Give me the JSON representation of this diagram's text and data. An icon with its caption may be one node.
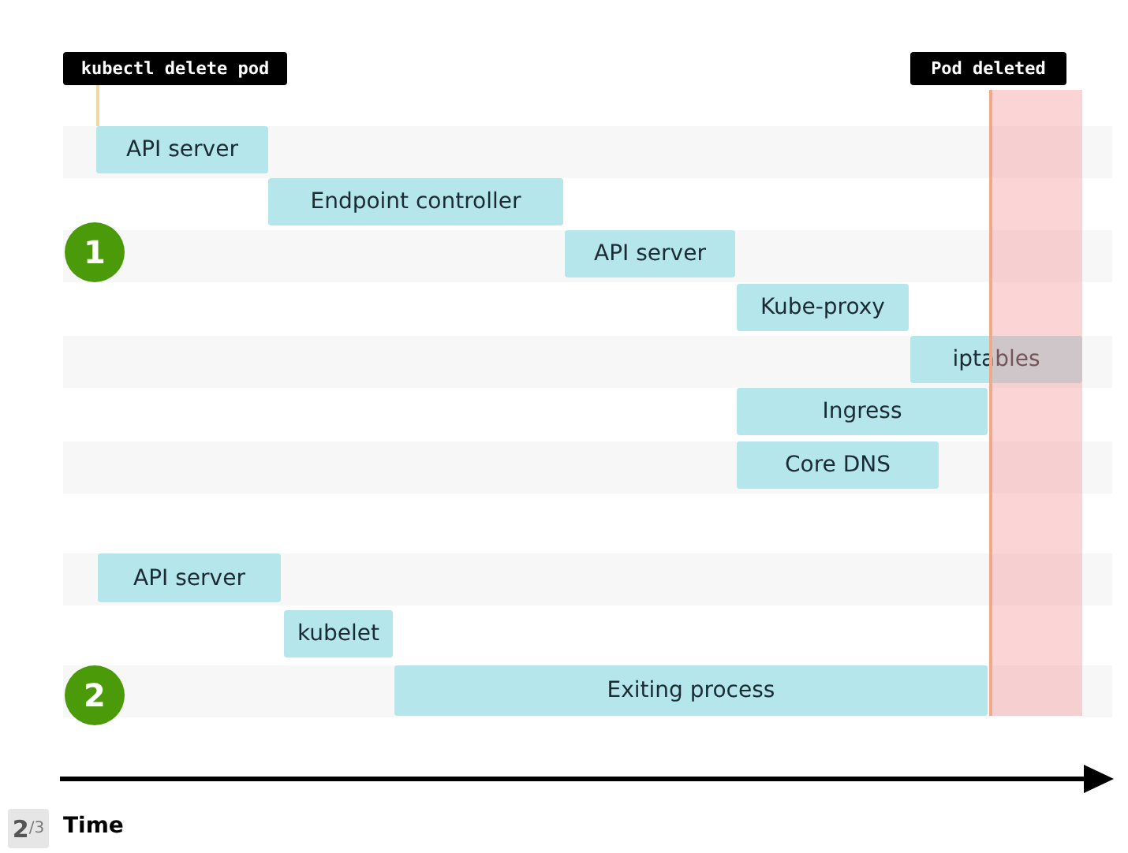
{
  "diagram": {
    "nodes": [
      {
        "text": [
          "kubectl delete pod"
        ]
      },
      {
        "text": [
          "API server"
        ]
      },
      {
        "text": [
          "Endpoint controller"
        ]
      },
      {
        "text": [
          "API server"
        ]
      },
      {
        "text": [
          "Kube-proxy"
        ]
      },
      {
        "text": [
          "iptables"
        ]
      },
      {
        "text": [
          "Ingress"
        ]
      },
      {
        "text": [
          "Core DNS"
        ]
      },
      {
        "text": [
          "API server"
        ]
      },
      {
        "text": [
          "kubelet"
        ]
      },
      {
        "text": [
          "Exiting process"
        ]
      },
      {
        "text": [],
        "shape": "bar"
      }
    ],
    "edges": [
      {
        "from": 0,
        "to": 1,
        "arrow": "none"
      }
    ],
    "labels": [
      "Pod deleted",
      "1",
      "2",
      "**2**/3",
      "Time"
    ]
  }
}
